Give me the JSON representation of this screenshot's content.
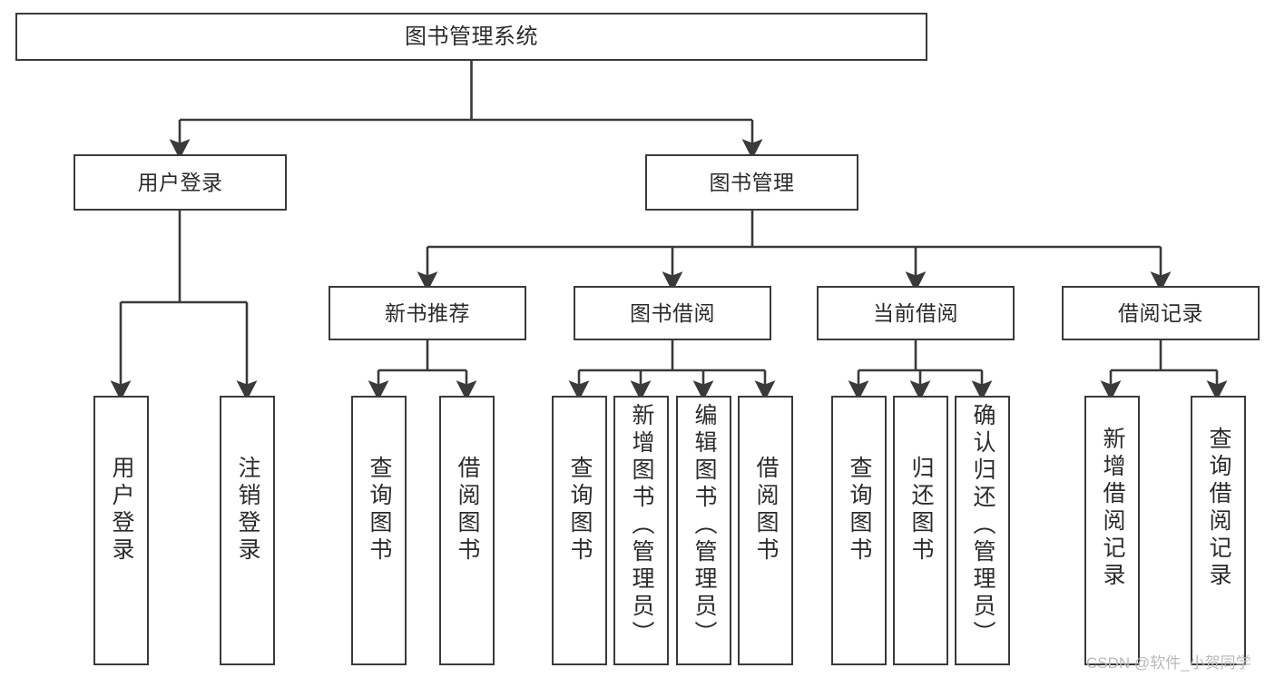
{
  "diagram": {
    "title": "图书管理系统",
    "type": "hierarchy-tree",
    "watermark": "CSDN @软件_小贺同学",
    "colors": {
      "line": "#3a3a3a",
      "box_border": "#3a3a3a",
      "box_fill": "#ffffff",
      "text": "#2b2b2b",
      "watermark": "#b9b9b9"
    },
    "root": {
      "label": "图书管理系统"
    },
    "level2": [
      {
        "label": "用户登录"
      },
      {
        "label": "图书管理"
      }
    ],
    "level3": [
      {
        "label": "新书推荐"
      },
      {
        "label": "图书借阅"
      },
      {
        "label": "当前借阅"
      },
      {
        "label": "借阅记录"
      }
    ],
    "leaves": {
      "user_login": [
        {
          "label": "用户登录"
        },
        {
          "label": "注销登录"
        }
      ],
      "new_book_recommend": [
        {
          "label": "查询图书"
        },
        {
          "label": "借阅图书"
        }
      ],
      "book_borrow": [
        {
          "label": "查询图书"
        },
        {
          "label": "新增图书（管理员）"
        },
        {
          "label": "编辑图书（管理员）"
        },
        {
          "label": "借阅图书"
        }
      ],
      "current_borrow": [
        {
          "label": "查询图书"
        },
        {
          "label": "归还图书"
        },
        {
          "label": "确认归还（管理员）"
        }
      ],
      "borrow_record": [
        {
          "label": "新增借阅记录"
        },
        {
          "label": "查询借阅记录"
        }
      ]
    }
  }
}
